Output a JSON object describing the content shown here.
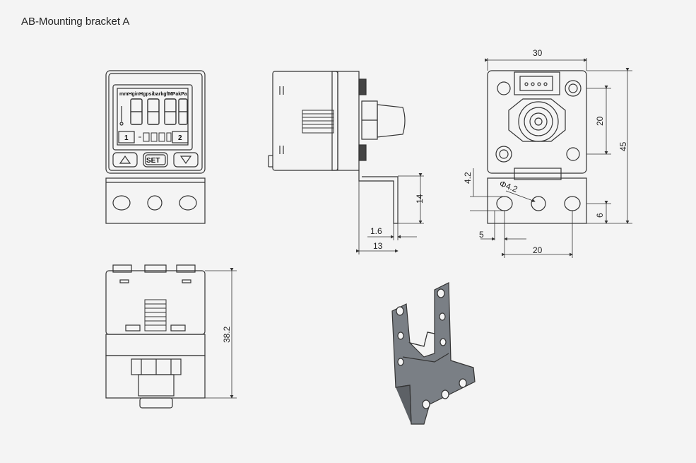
{
  "title": "AB-Mounting bracket A",
  "front_view": {
    "units_strip": "mmHginHgpsibarkgfMPakPa",
    "channel_1": "1",
    "channel_2": "2",
    "set_button": "SET"
  },
  "dimensions": {
    "side_height": "14",
    "side_thickness": "1.6",
    "side_width": "13",
    "top_width": "30",
    "hole_spacing_v": "20",
    "overall_height": "45",
    "slot_offset": "4.2",
    "hole_diameter": "Φ4.2",
    "bottom_offset": "6",
    "left_offset": "5",
    "hole_spacing_h": "20",
    "bottom_height": "38.2"
  },
  "colors": {
    "line": "#333333",
    "bracket_3d": "#7a7f85",
    "background": "#f4f4f4"
  }
}
